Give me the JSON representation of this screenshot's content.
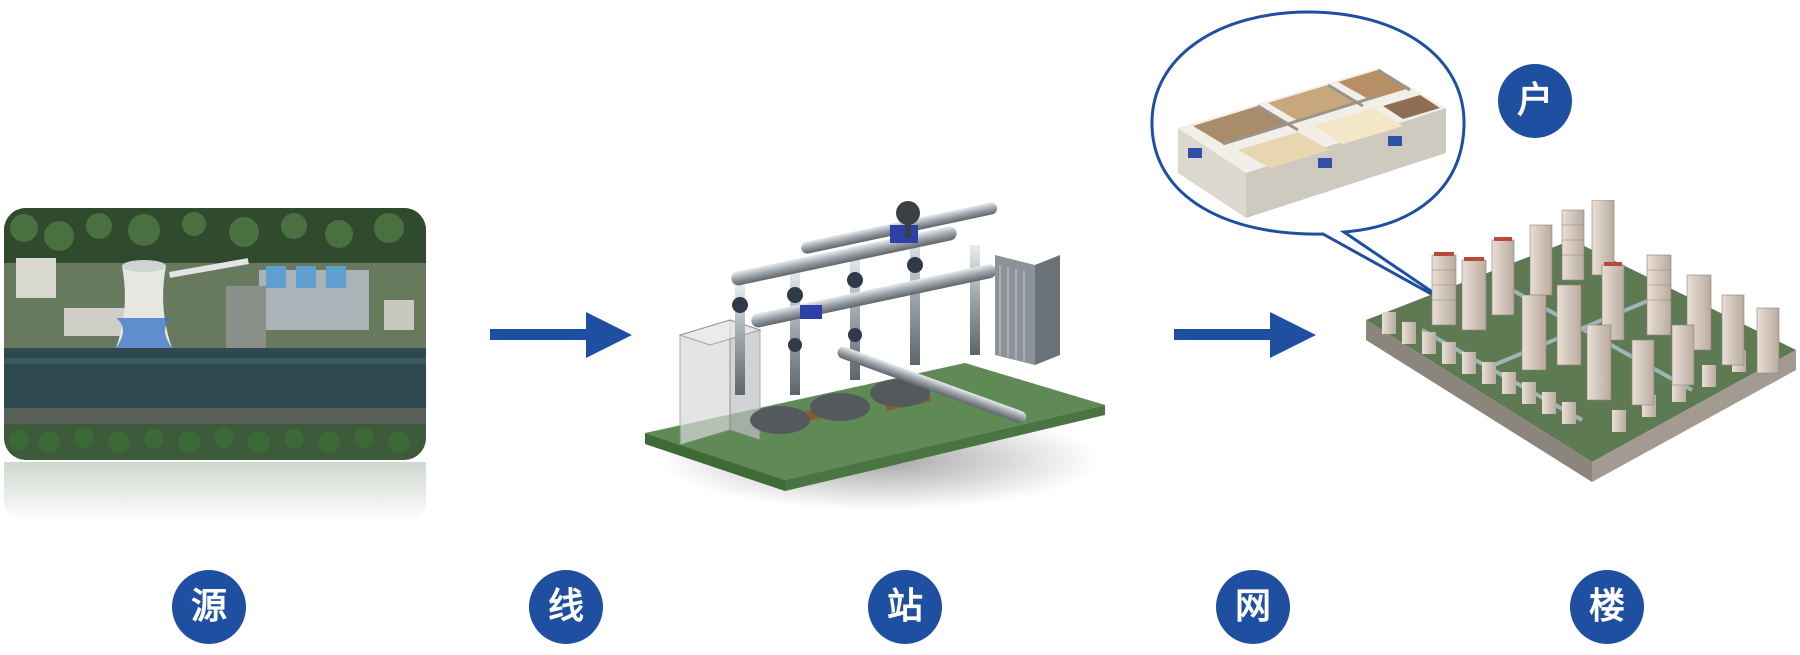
{
  "stages": [
    {
      "id": "source",
      "label": "源"
    },
    {
      "id": "line",
      "label": "线"
    },
    {
      "id": "station",
      "label": "站"
    },
    {
      "id": "network",
      "label": "网"
    },
    {
      "id": "building",
      "label": "楼"
    }
  ],
  "household": {
    "label": "户"
  },
  "colors": {
    "accent": "#1f4fa0"
  }
}
